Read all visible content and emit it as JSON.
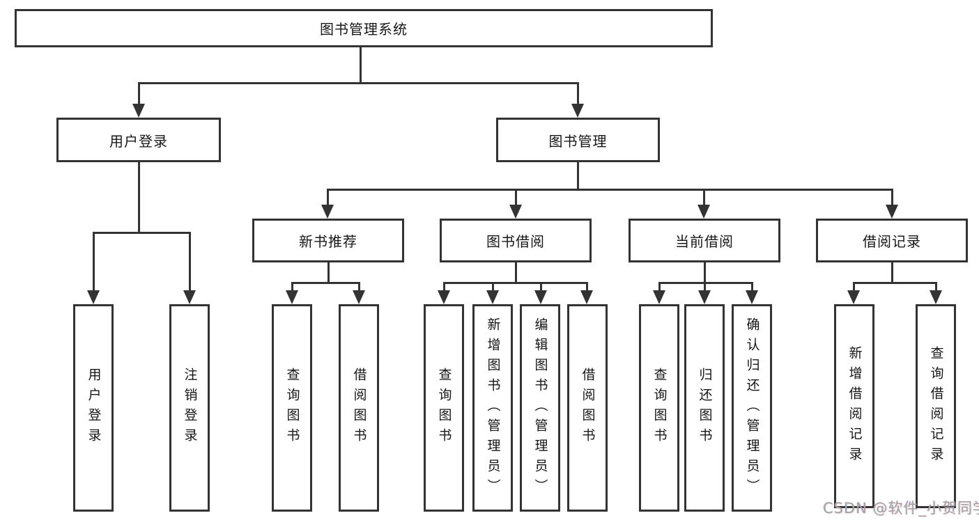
{
  "diagram": {
    "root": {
      "label": "图书管理系统"
    },
    "level2": [
      {
        "label": "用户登录"
      },
      {
        "label": "图书管理"
      }
    ],
    "level3": [
      {
        "label": "新书推荐",
        "parent": "图书管理"
      },
      {
        "label": "图书借阅",
        "parent": "图书管理"
      },
      {
        "label": "当前借阅",
        "parent": "图书管理"
      },
      {
        "label": "借阅记录",
        "parent": "图书管理"
      }
    ],
    "leaves": [
      {
        "label": "用户登录",
        "parent": "用户登录"
      },
      {
        "label": "注销登录",
        "parent": "用户登录"
      },
      {
        "label": "查询图书",
        "parent": "新书推荐"
      },
      {
        "label": "借阅图书",
        "parent": "新书推荐"
      },
      {
        "label": "查询图书",
        "parent": "图书借阅"
      },
      {
        "label": "新增图书（管理员）",
        "parent": "图书借阅"
      },
      {
        "label": "编辑图书（管理员）",
        "parent": "图书借阅"
      },
      {
        "label": "借阅图书",
        "parent": "图书借阅"
      },
      {
        "label": "查询图书",
        "parent": "当前借阅"
      },
      {
        "label": "归还图书",
        "parent": "当前借阅"
      },
      {
        "label": "确认归还（管理员）",
        "parent": "当前借阅"
      },
      {
        "label": "新增借阅记录",
        "parent": "借阅记录"
      },
      {
        "label": "查询借阅记录",
        "parent": "借阅记录"
      }
    ]
  },
  "watermark": {
    "text": "CSDN @软件_小贺同学"
  },
  "colors": {
    "line": "#333333",
    "text": "#161616",
    "box_background": "#ffffff",
    "background": "#ffffff",
    "watermark": "#a3a3a3"
  }
}
